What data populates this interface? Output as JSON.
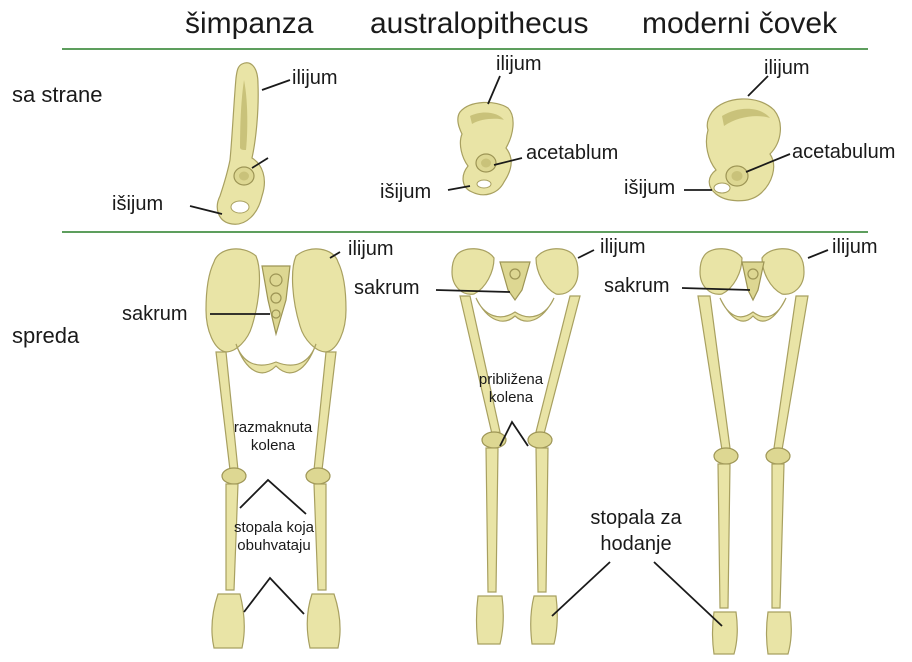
{
  "columns": {
    "chimp": "šimpanza",
    "australopithecus": "australopithecus",
    "modern": "moderni čovek"
  },
  "rows": {
    "side": "sa strane",
    "front": "spreda"
  },
  "labels": {
    "ilium": "ilijum",
    "ischium": "išijum",
    "acetabulum": "acetablum",
    "acetabulum_modern": "acetabulum",
    "sacrum": "sakrum",
    "knees_apart_1": "razmaknuta",
    "knees_apart_2": "kolena",
    "knees_close_1": "približena",
    "knees_close_2": "kolena",
    "grasping_feet_1": "stopala koja",
    "grasping_feet_2": "obuhvataju",
    "walking_feet_1": "stopala za",
    "walking_feet_2": "hodanje"
  },
  "colors": {
    "bone": "#e9e4a6",
    "bone_outline": "#a8a060",
    "divider": "#5d9e5d"
  }
}
